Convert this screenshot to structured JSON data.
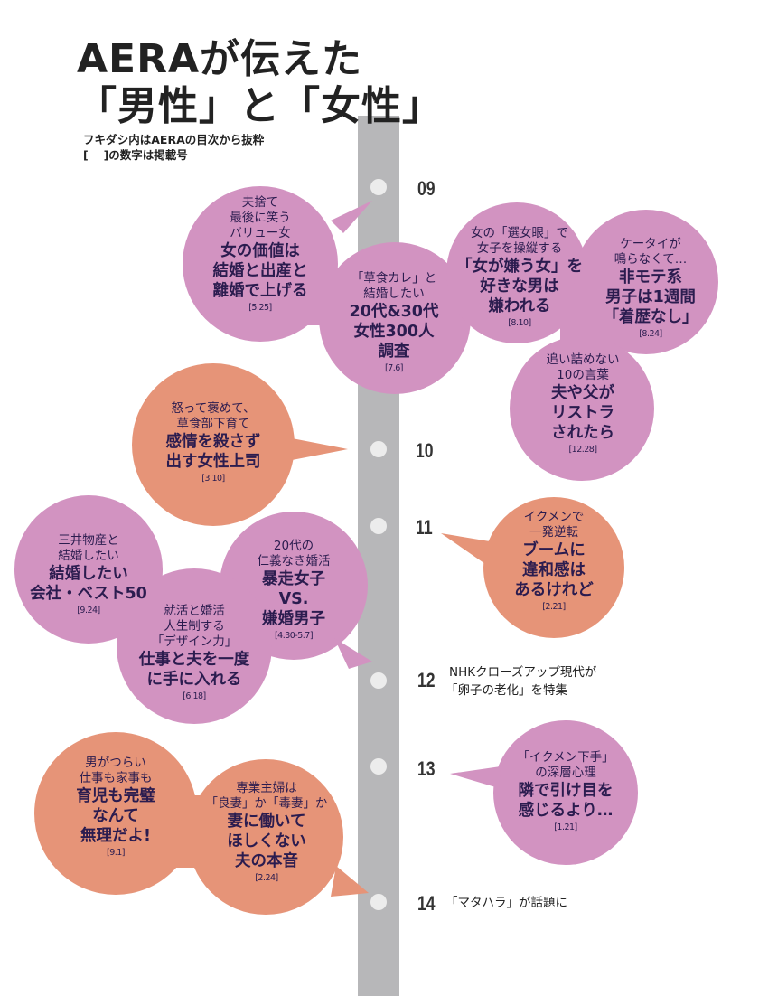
{
  "header": {
    "title_line1": "AERAが伝えた",
    "title_line2": "「男性」と「女性」",
    "note_line1": "フキダシ内はAERAの目次から抜粋",
    "note_line2": "[　 ]の数字は掲載号"
  },
  "colors": {
    "pink": "#d293c1",
    "salmon": "#e69478",
    "text": "#2b1c4f",
    "timeline": "#b7b7b9",
    "dot": "#ececec"
  },
  "timeline": {
    "years": [
      "09",
      "10",
      "11",
      "12",
      "13",
      "14"
    ],
    "events": {
      "y12": "NHKクローズアップ現代が",
      "y12b": "「卵子の老化」を特集",
      "y14": "「マタハラ」が話題に"
    }
  },
  "bubbles": {
    "b1": {
      "l1": "夫捨て",
      "l2": "最後に笑う",
      "l3": "バリュー女",
      "h1": "女の価値は",
      "h2": "結婚と出産と",
      "h3": "離婚で上げる",
      "date": "[5.25]"
    },
    "b2": {
      "l1": "「草食カレ」と",
      "l2": "結婚したい",
      "h1": "20代&30代",
      "h2": "女性300人",
      "h3": "調査",
      "date": "[7.6]"
    },
    "b3": {
      "l1": "女の「選女眼」で",
      "l2": "女子を操縦する",
      "h1": "「女が嫌う女」を",
      "h2": "好きな男は",
      "h3": "嫌われる",
      "date": "[8.10]"
    },
    "b4": {
      "l1": "ケータイが",
      "l2": "鳴らなくて…",
      "h1": "非モテ系",
      "h2": "男子は1週間",
      "h3": "「着歴なし」",
      "date": "[8.24]"
    },
    "b5": {
      "l1": "追い詰めない",
      "l2": "10の言葉",
      "h1": "夫や父が",
      "h2": "リストラ",
      "h3": "されたら",
      "date": "[12.28]"
    },
    "b6": {
      "l1": "怒って褒めて、",
      "l2": "草食部下育て",
      "h1": "感情を殺さず",
      "h2": "出す女性上司",
      "date": "[3.10]"
    },
    "b7": {
      "l1": "イクメンで",
      "l2": "一発逆転",
      "h1": "ブームに",
      "h2": "違和感は",
      "h3": "あるけれど",
      "date": "[2.21]"
    },
    "b8": {
      "l1": "三井物産と",
      "l2": "結婚したい",
      "h1": "結婚したい",
      "h2": "会社・ベスト50",
      "date": "[9.24]"
    },
    "b9": {
      "l1": "20代の",
      "l2": "仁義なき婚活",
      "h1": "暴走女子",
      "h2": "VS.",
      "h3": "嫌婚男子",
      "date": "[4.30-5.7]"
    },
    "b10": {
      "l1": "就活と婚活",
      "l2": "人生制する",
      "l3": "「デザイン力」",
      "h1": "仕事と夫を一度",
      "h2": "に手に入れる",
      "date": "[6.18]"
    },
    "b11": {
      "l1": "男がつらい",
      "l2": "仕事も家事も",
      "h1": "育児も完璧",
      "h2": "なんて",
      "h3": "無理だよ!",
      "date": "[9.1]"
    },
    "b12": {
      "l1": "専業主婦は",
      "l2": "「良妻」か「毒妻」か",
      "h1": "妻に働いて",
      "h2": "ほしくない",
      "h3": "夫の本音",
      "date": "[2.24]"
    },
    "b13": {
      "l1": "「イクメン下手」",
      "l2": "の深層心理",
      "h1": "隣で引け目を",
      "h2": "感じるより…",
      "date": "[1.21]"
    }
  }
}
